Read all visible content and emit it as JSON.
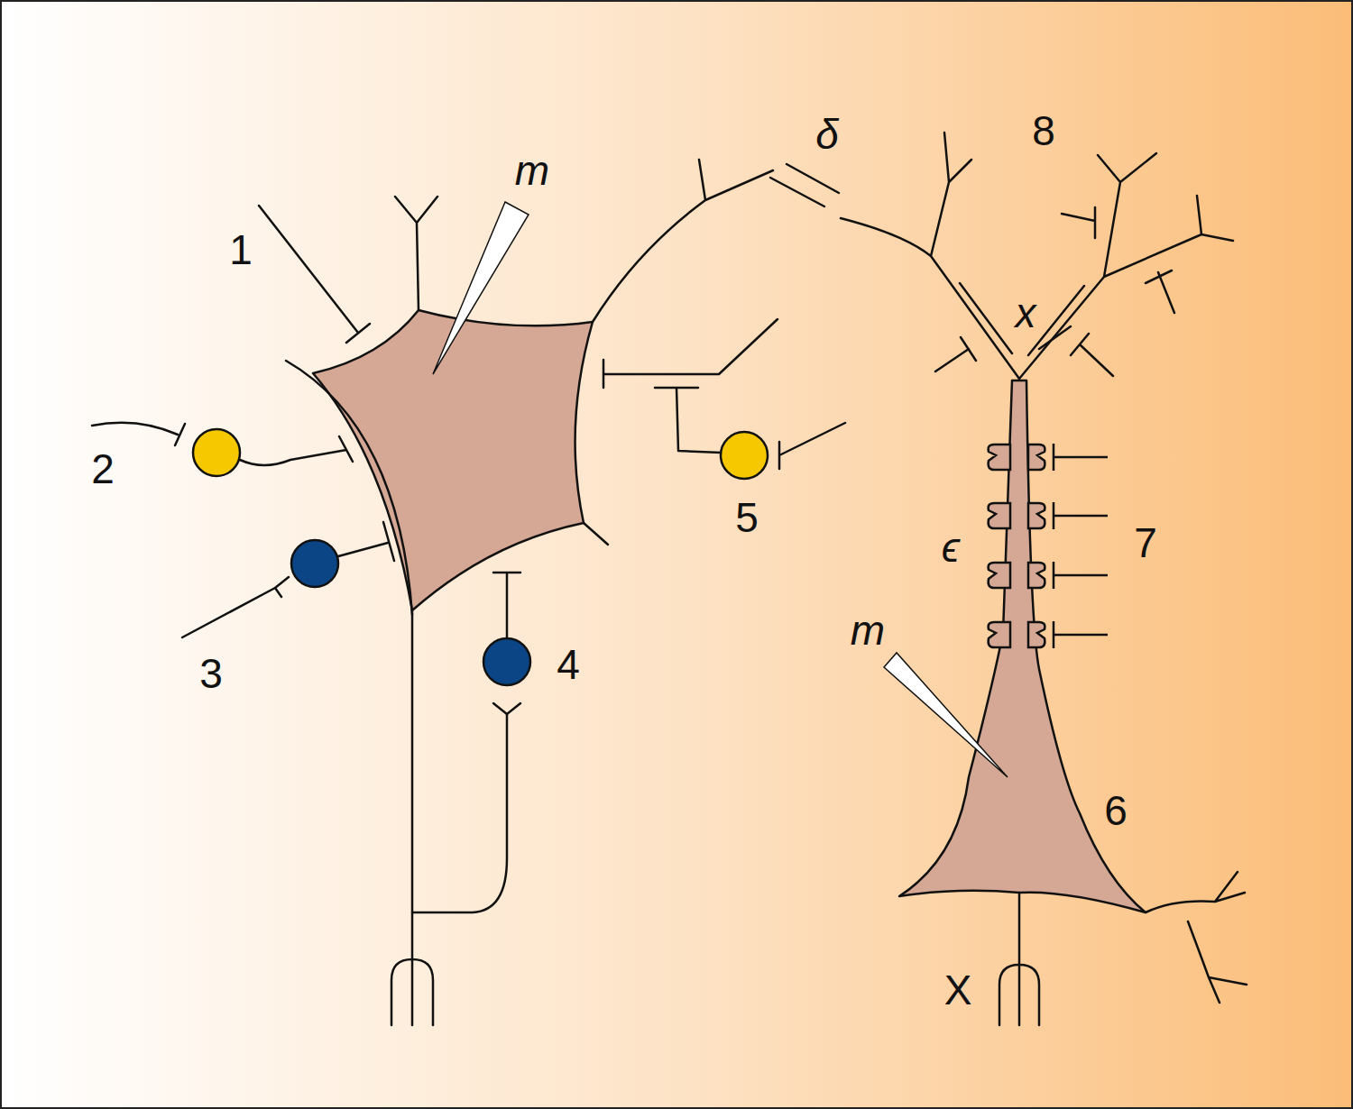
{
  "diagram": {
    "labels": [
      "m",
      "1",
      "δ",
      "8",
      "x",
      "2",
      "5",
      "3",
      "4",
      "7",
      "ϵ",
      "m",
      "6",
      "X"
    ]
  }
}
